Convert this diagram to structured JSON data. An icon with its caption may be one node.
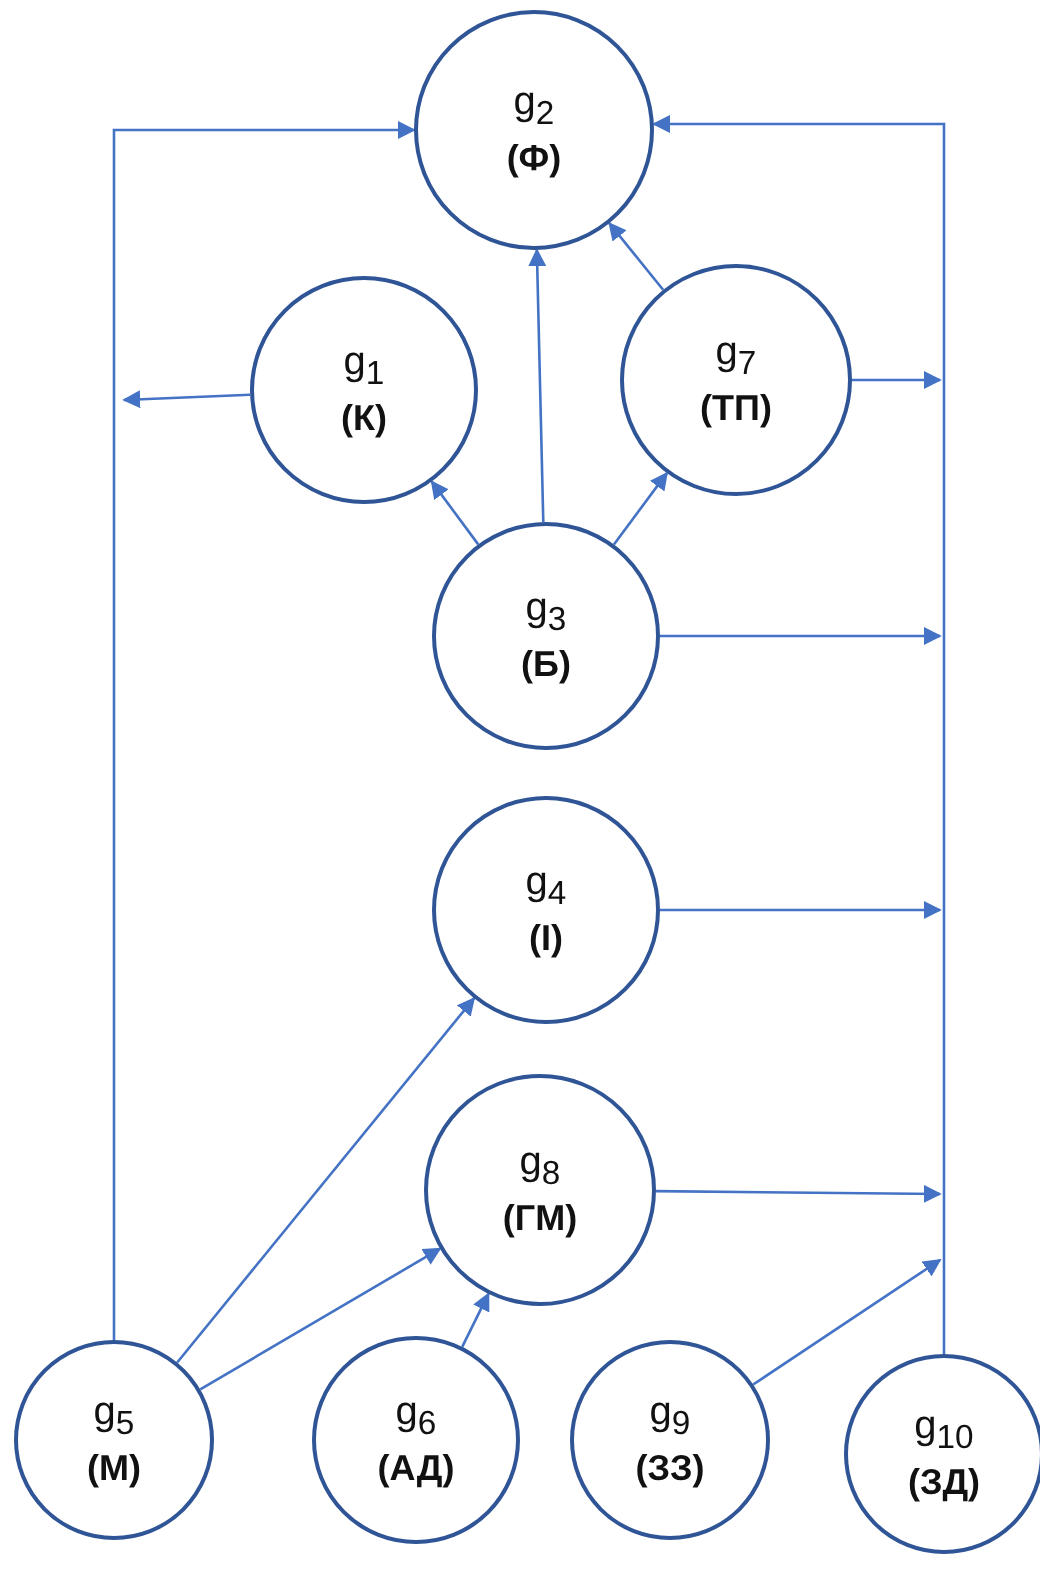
{
  "diagram": {
    "nodes": [
      {
        "text": [
          "g$_{2}$",
          "(Ф)"
        ]
      },
      {
        "text": [
          "g$_{1}$",
          "(К)"
        ]
      },
      {
        "text": [
          "g$_{7}$",
          "(ТП)"
        ]
      },
      {
        "text": [
          "g$_{3}$",
          "(Б)"
        ]
      },
      {
        "text": [
          "g$_{4}$",
          "(І)"
        ]
      },
      {
        "text": [
          "g$_{8}$",
          "(ГМ)"
        ]
      },
      {
        "text": [
          "g$_{5}$",
          "(М)"
        ]
      },
      {
        "text": [
          "g$_{6}$",
          "(АД)"
        ]
      },
      {
        "text": [
          "g$_{9}$",
          "(ЗЗ)"
        ]
      },
      {
        "text": [
          "g$_{10}$",
          "(ЗД)"
        ]
      }
    ],
    "edges": [
      {
        "from": 6,
        "to": 0,
        "arrow": "to"
      },
      {
        "from": 9,
        "to": 0,
        "arrow": "to"
      },
      {
        "from": 1,
        "to": null,
        "arrow": "to"
      },
      {
        "from": 3,
        "to": 0,
        "arrow": "to"
      },
      {
        "from": 3,
        "to": 1,
        "arrow": "to"
      },
      {
        "from": 3,
        "to": 2,
        "arrow": "to"
      },
      {
        "from": 2,
        "to": 0,
        "arrow": "to"
      },
      {
        "from": 2,
        "to": null,
        "arrow": "to"
      },
      {
        "from": 3,
        "to": null,
        "arrow": "to"
      },
      {
        "from": 4,
        "to": null,
        "arrow": "to"
      },
      {
        "from": 5,
        "to": null,
        "arrow": "to"
      },
      {
        "from": 8,
        "to": null,
        "arrow": "to"
      },
      {
        "from": 6,
        "to": 4,
        "arrow": "to"
      },
      {
        "from": 6,
        "to": 5,
        "arrow": "to"
      },
      {
        "from": 7,
        "to": 5,
        "arrow": "to"
      }
    ]
  }
}
